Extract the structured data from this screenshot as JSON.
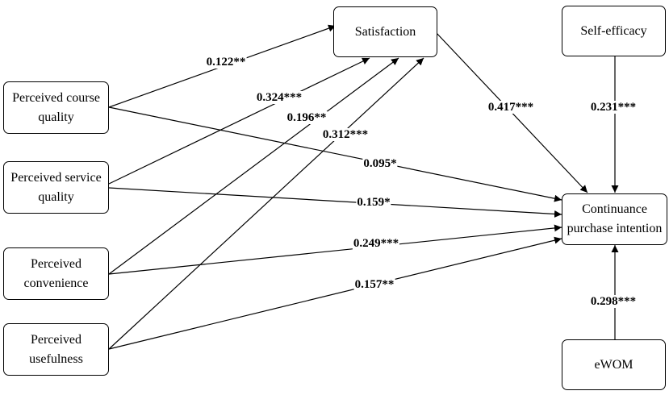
{
  "nodes": {
    "satisfaction": "Satisfaction",
    "self_efficacy": "Self-efficacy",
    "course_quality": "Perceived course\nquality",
    "service_quality": "Perceived service\nquality",
    "convenience": "Perceived\nconvenience",
    "usefulness": "Perceived\nusefulness",
    "continuance": "Continuance\npurchase intention",
    "ewom": "eWOM"
  },
  "paths": [
    {
      "from": "Perceived course quality",
      "to": "Satisfaction",
      "label": "0.122**"
    },
    {
      "from": "Perceived service quality",
      "to": "Satisfaction",
      "label": "0.324***"
    },
    {
      "from": "Perceived convenience",
      "to": "Satisfaction",
      "label": "0.196**"
    },
    {
      "from": "Perceived usefulness",
      "to": "Satisfaction",
      "label": "0.312***"
    },
    {
      "from": "Satisfaction",
      "to": "Continuance purchase intention",
      "label": "0.417***"
    },
    {
      "from": "Self-efficacy",
      "to": "Continuance purchase intention",
      "label": "0.231***"
    },
    {
      "from": "Perceived course quality",
      "to": "Continuance purchase intention",
      "label": "0.095*"
    },
    {
      "from": "Perceived service quality",
      "to": "Continuance purchase intention",
      "label": "0.159*"
    },
    {
      "from": "Perceived convenience",
      "to": "Continuance purchase intention",
      "label": "0.249***"
    },
    {
      "from": "Perceived usefulness",
      "to": "Continuance purchase intention",
      "label": "0.157**"
    },
    {
      "from": "eWOM",
      "to": "Continuance purchase intention",
      "label": "0.298***"
    }
  ]
}
